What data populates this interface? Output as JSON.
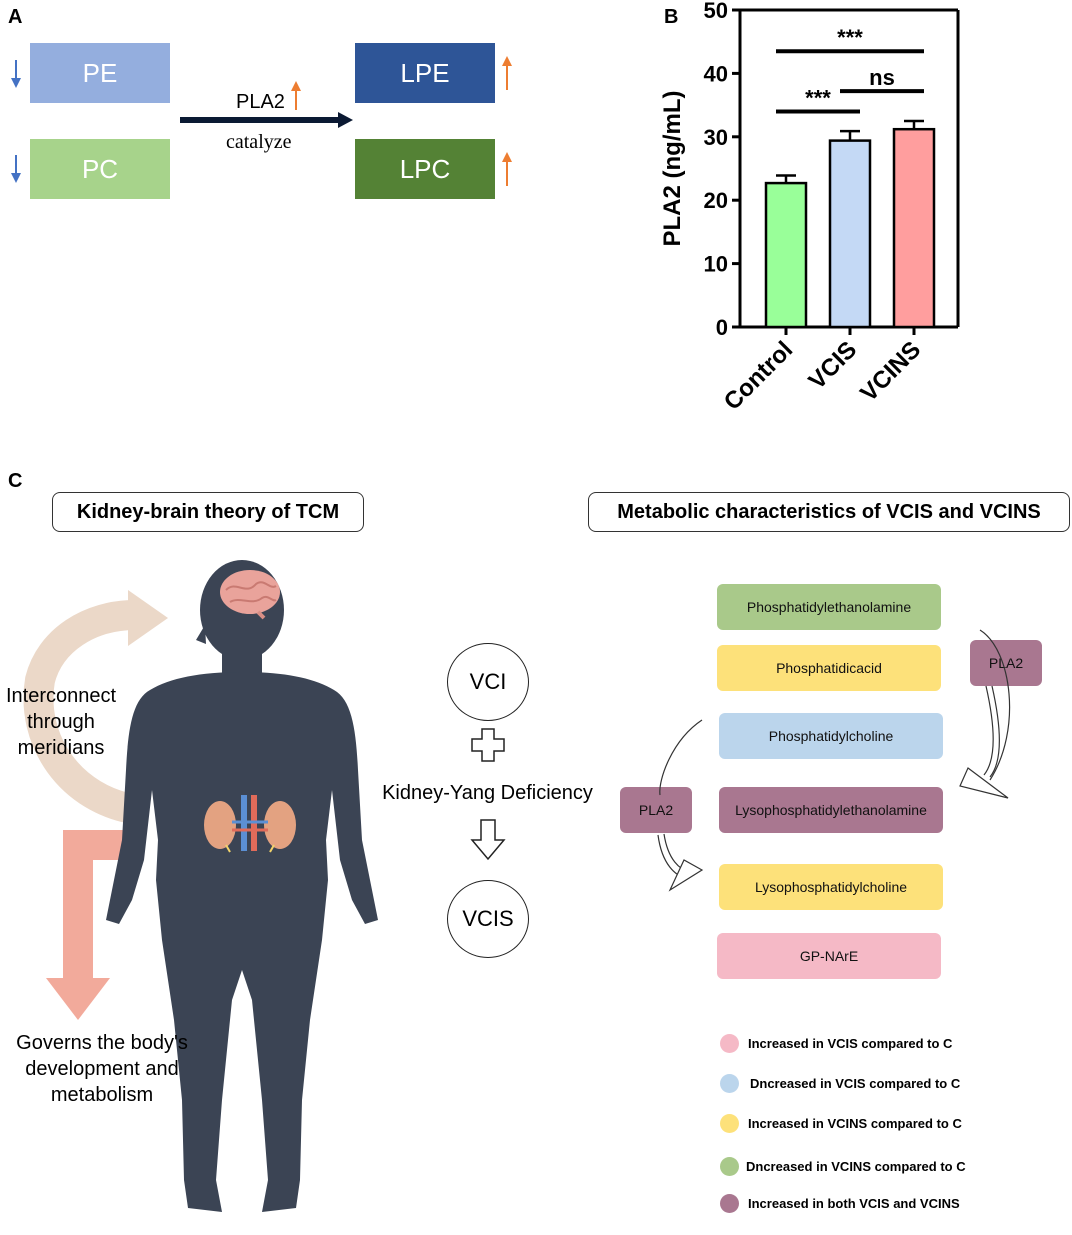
{
  "panels": {
    "a": "A",
    "b": "B",
    "c": "C"
  },
  "panel_a": {
    "pe": "PE",
    "pc": "PC",
    "lpe": "LPE",
    "lpc": "LPC",
    "enzyme": "PLA2",
    "catalyze": "catalyze",
    "colors": {
      "pe": "#94AEDE",
      "pc": "#A7D38B",
      "lpe": "#2E5597",
      "lpc": "#548235",
      "down_arrow": "#4472C4",
      "up_arrow": "#ED7D31"
    }
  },
  "chart_data": {
    "type": "bar",
    "categories": [
      "Control",
      "VCIS",
      "VCINS"
    ],
    "values": [
      22.7,
      29.4,
      31.2
    ],
    "errors": [
      1.2,
      1.5,
      1.3
    ],
    "colors": [
      "#99FF99",
      "#C4D9F5",
      "#FF9E9E"
    ],
    "ylabel": "PLA2 (ng/mL)",
    "ylim": [
      0,
      50
    ],
    "yticks": [
      0,
      10,
      20,
      30,
      40,
      50
    ],
    "significance": [
      {
        "from": 0,
        "to": 1,
        "label": "***"
      },
      {
        "from": 1,
        "to": 2,
        "label": "ns"
      },
      {
        "from": 0,
        "to": 2,
        "label": "***"
      }
    ]
  },
  "panel_c": {
    "left_title": "Kidney-brain theory of TCM",
    "right_title": "Metabolic characteristics of VCIS and VCINS",
    "interconnect": [
      "Interconnect",
      "through",
      "meridians"
    ],
    "governs": [
      "Governs the body's",
      "development and",
      "metabolism"
    ],
    "vci": "VCI",
    "kidney_yang": "Kidney-Yang Deficiency",
    "vcis": "VCIS",
    "metabolites": [
      {
        "label": "Phosphatidylethanolamine",
        "color": "#A9C98A"
      },
      {
        "label": "Phosphatidicacid",
        "color": "#FDE17A"
      },
      {
        "label": "Phosphatidylcholine",
        "color": "#BBD5EC"
      },
      {
        "label": "Lysophosphatidylethanolamine",
        "color": "#A97790"
      },
      {
        "label": "Lysophosphatidylcholine",
        "color": "#FDE17A"
      },
      {
        "label": "GP-NArE",
        "color": "#F5B9C6"
      }
    ],
    "enzyme_top": "PLA2",
    "enzyme_left": "PLA2",
    "enzyme_color": "#A97790",
    "legend": [
      {
        "label": "Increased in VCIS compared to C",
        "color": "#F5B9C6"
      },
      {
        "label": "Dncreased in VCIS compared to C",
        "color": "#BBD5EC"
      },
      {
        "label": "Increased in VCINS compared to C",
        "color": "#FDE17A"
      },
      {
        "label": "Dncreased in VCINS compared to C",
        "color": "#A9C98A"
      },
      {
        "label": "Increased in both VCIS and VCINS",
        "color": "#A97790"
      }
    ]
  }
}
